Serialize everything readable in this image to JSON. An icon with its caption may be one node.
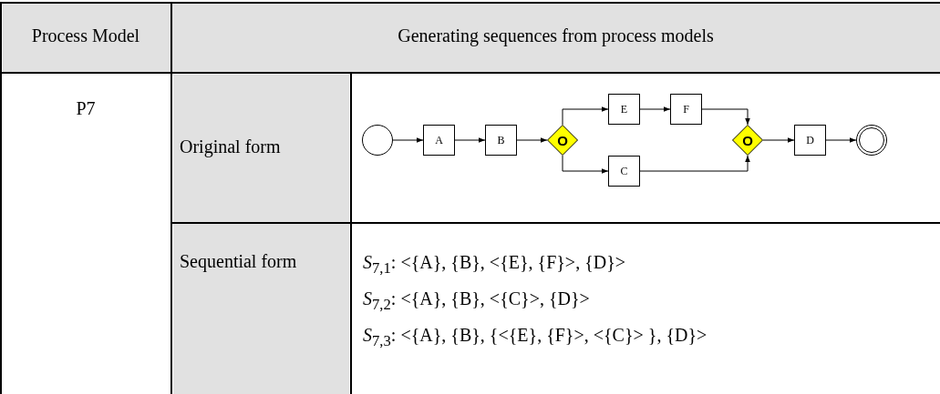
{
  "diagram": {
    "nodes": [
      {
        "text": [],
        "shape": "circle"
      },
      {
        "text": [
          "A"
        ]
      },
      {
        "text": [
          "B"
        ]
      },
      {
        "text": [
          "O"
        ]
      },
      {
        "text": [
          "E"
        ]
      },
      {
        "text": [
          "F"
        ]
      },
      {
        "text": [
          "C"
        ]
      },
      {
        "text": [
          "O"
        ]
      },
      {
        "text": [
          "D"
        ]
      },
      {
        "text": [],
        "shape": "circle"
      }
    ],
    "edges": [
      {
        "from": 0,
        "to": 1,
        "arrow": "to"
      },
      {
        "from": 1,
        "to": 2,
        "arrow": "to"
      },
      {
        "from": 2,
        "to": 3,
        "arrow": "to"
      },
      {
        "from": 3,
        "to": 4,
        "arrow": "to"
      },
      {
        "from": 4,
        "to": 5,
        "arrow": "to"
      },
      {
        "from": 5,
        "to": 7,
        "arrow": "to"
      },
      {
        "from": 3,
        "to": 6,
        "arrow": "to"
      },
      {
        "from": 6,
        "to": 7,
        "arrow": "to"
      },
      {
        "from": 7,
        "to": 8,
        "arrow": "to"
      },
      {
        "from": 8,
        "to": 9,
        "arrow": "to"
      }
    ],
    "labels": [
      "Process Model",
      "Generating sequences from process models",
      "P7",
      "Original form",
      "Sequential form",
      "*S*$_{7,1}$: <{A}, {B}, <{E}, {F}>, {D}>",
      "*S*$_{7,2}$: <{A}, {B}, <{C}>, {D}>",
      "*S*$_{7,3}$: <{A}, {B}, {<{E}, {F}>, <{C}> }, {D}>"
    ]
  }
}
